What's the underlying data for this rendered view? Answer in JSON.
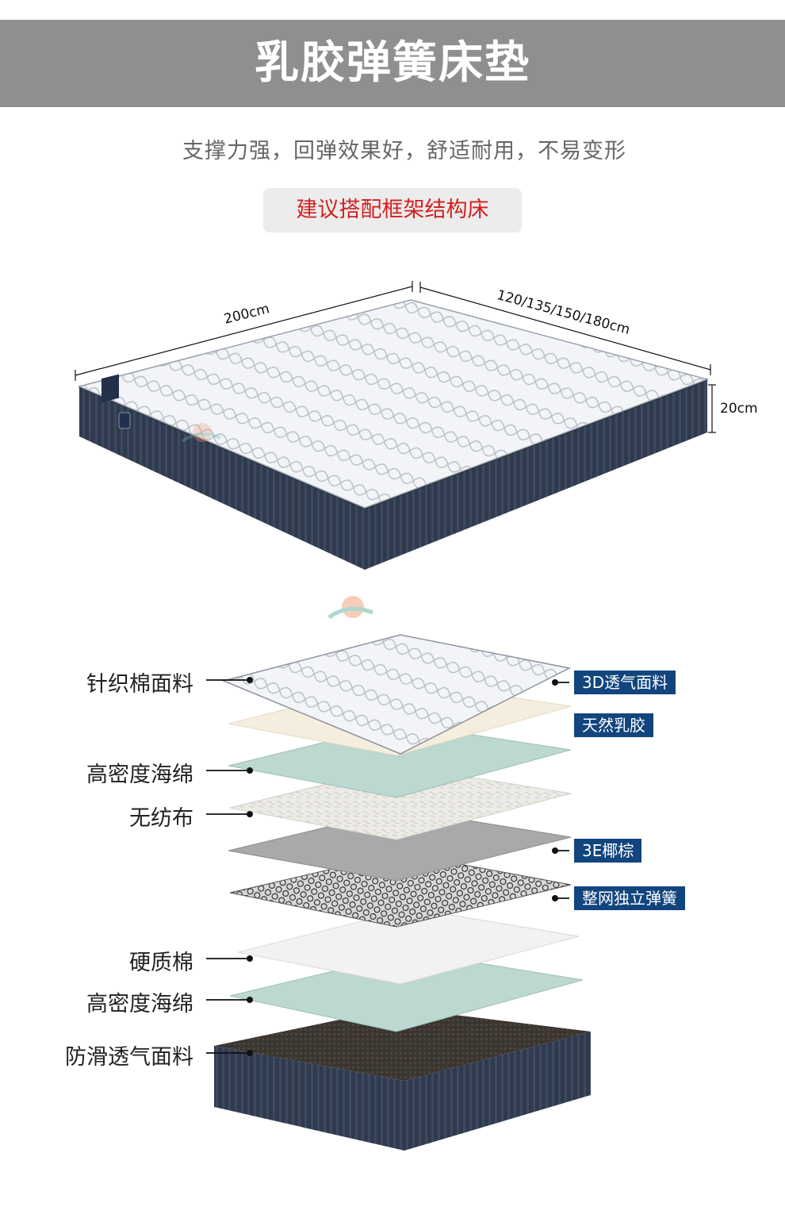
{
  "header": {
    "title": "乳胶弹簧床垫",
    "subtitle": "支撑力强，回弹效果好，舒适耐用，不易变形",
    "recommendation": "建议搭配框架结构床"
  },
  "dimensions": {
    "length": "200cm",
    "width": "120/135/150/180cm",
    "height": "20cm"
  },
  "layers_left": [
    "针织棉面料",
    "高密度海绵",
    "无纺布",
    "硬质棉",
    "高密度海绵",
    "防滑透气面料"
  ],
  "layers_right": [
    "3D透气面料",
    "天然乳胶",
    "3E椰棕",
    "整网独立弹簧"
  ],
  "colors": {
    "banner": "#8f8f8f",
    "recommendation_text": "#d42020",
    "tag_bg": "#12457e",
    "mattress_side": "#2f3a4c"
  }
}
